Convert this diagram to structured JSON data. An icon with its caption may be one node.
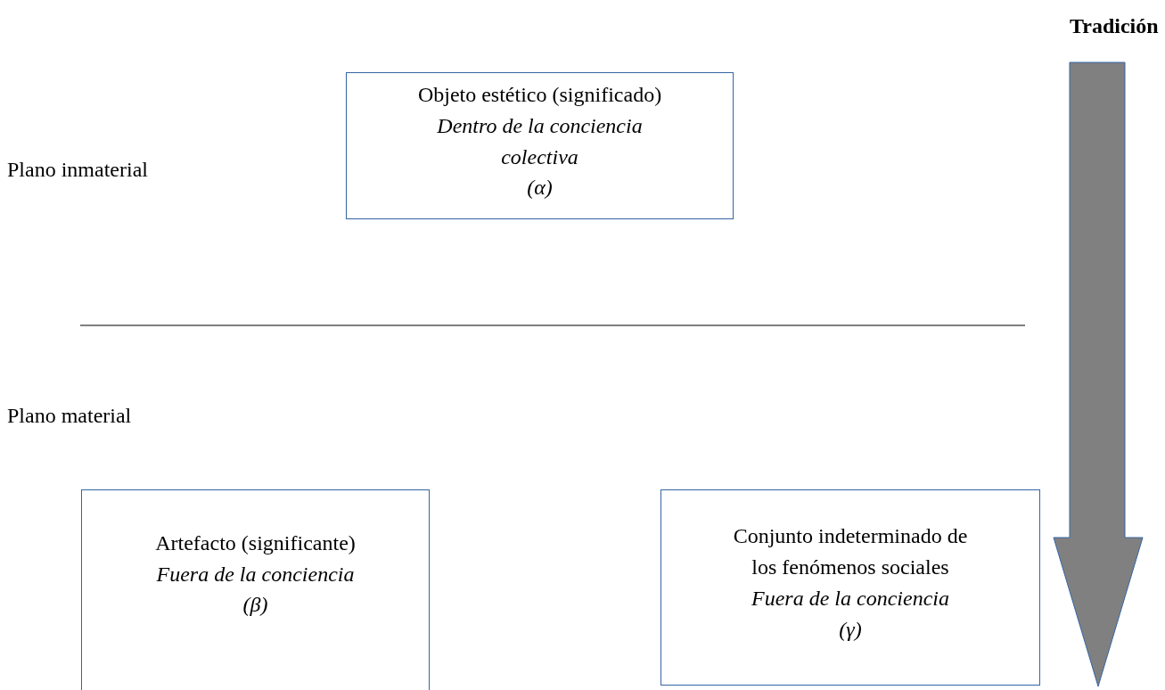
{
  "diagram": {
    "nodes": [
      {
        "text": [
          "Objeto estético (significado)",
          "Dentro de la conciencia colectiva",
          "(α)"
        ]
      },
      {
        "text": [
          "Artefacto (significante)",
          "Fuera de la conciencia",
          "(β)"
        ]
      },
      {
        "text": [
          "Conjunto indeterminado de los fenómenos sociales",
          "Fuera de la conciencia",
          "(γ)"
        ]
      }
    ],
    "labels": [
      "Tradición",
      "Plano inmaterial",
      "Plano material"
    ]
  }
}
